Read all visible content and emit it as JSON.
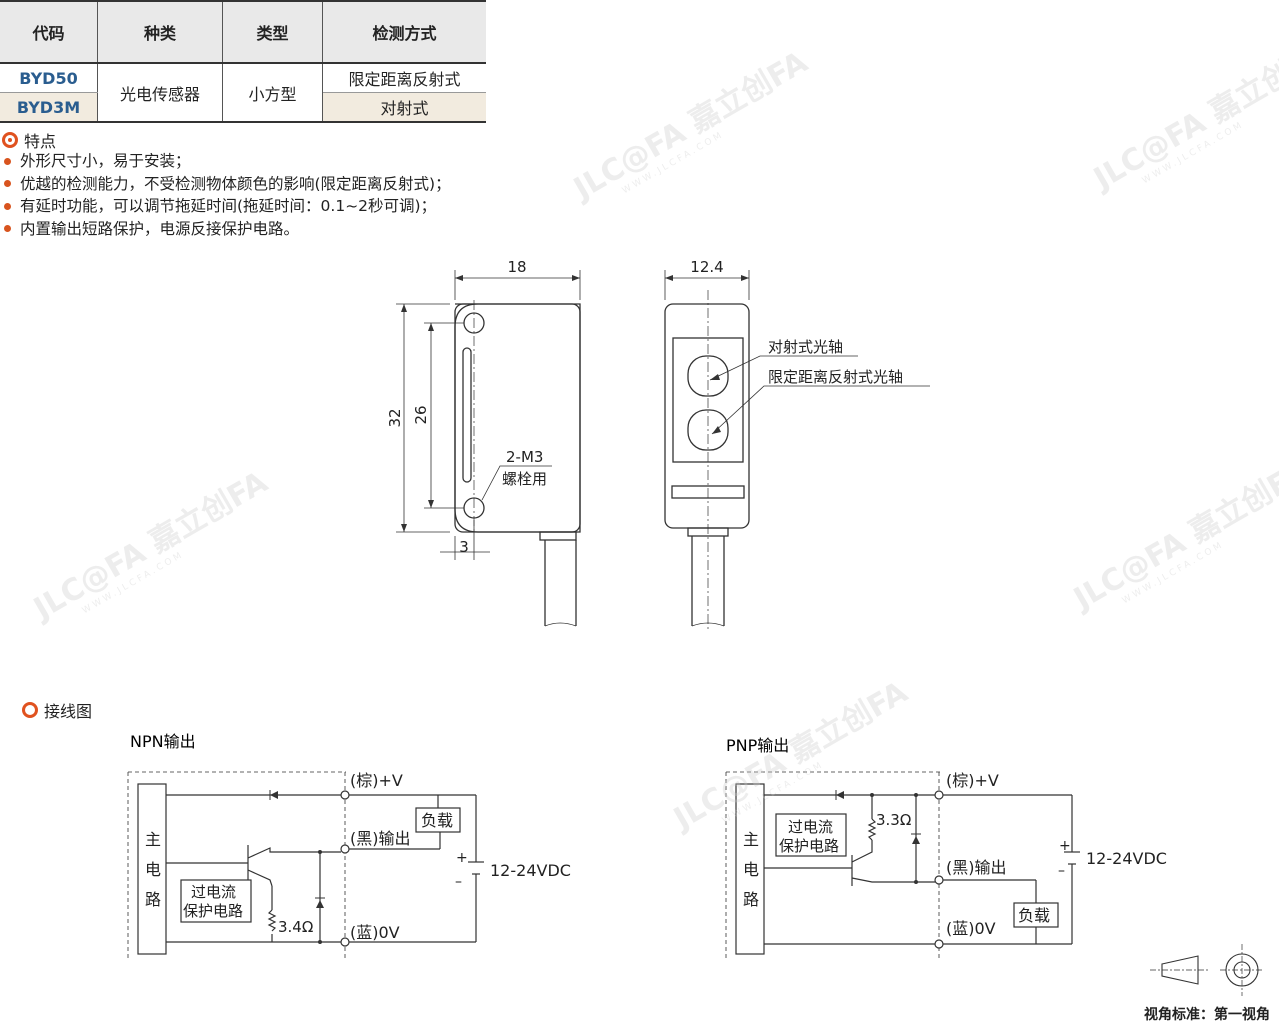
{
  "table": {
    "headers": [
      "代码",
      "种类",
      "类型",
      "检测方式"
    ],
    "codes": [
      "BYD50",
      "BYD3M"
    ],
    "kind": "光电传感器",
    "type": "小方型",
    "methods": [
      "限定距离反射式",
      "对射式"
    ]
  },
  "features": {
    "title": "特点",
    "items": [
      "外形尺寸小，易于安装；",
      "优越的检测能力，不受检测物体颜色的影响(限定距离反射式)；",
      "有延时功能，可以调节拖延时间(拖延时间：0.1~2秒可调)；",
      "内置输出短路保护，电源反接保护电路。"
    ]
  },
  "drawing": {
    "width_left": "18",
    "width_right": "12.4",
    "height_total": "32",
    "height_holes": "26",
    "offset": "3",
    "hole_note_1": "2-M3",
    "hole_note_2": "螺栓用",
    "axis_through": "对射式光轴",
    "axis_limited": "限定距离反射式光轴"
  },
  "wiring": {
    "title": "接线图",
    "npn": {
      "title": "NPN输出",
      "main_circuit": [
        "主",
        "电",
        "路"
      ],
      "protect": [
        "过电流",
        "保护电路"
      ],
      "brown": "(棕)+V",
      "black": "(黑)输出",
      "blue": "(蓝)0V",
      "load": "负载",
      "resistor": "3.4Ω",
      "plus": "+",
      "minus": "–",
      "supply": "12-24VDC"
    },
    "pnp": {
      "title": "PNP输出",
      "main_circuit": [
        "主",
        "电",
        "路"
      ],
      "protect": [
        "过电流",
        "保护电路"
      ],
      "brown": "(棕)+V",
      "black": "(黑)输出",
      "blue": "(蓝)0V",
      "load": "负载",
      "resistor": "3.3Ω",
      "plus": "+",
      "minus": "–",
      "supply": "12-24VDC"
    }
  },
  "view_standard": "视角标准：第一视角",
  "watermark": {
    "brand": "JLC@FA 嘉立创FA",
    "site": "WWW.JLCFA.COM"
  }
}
